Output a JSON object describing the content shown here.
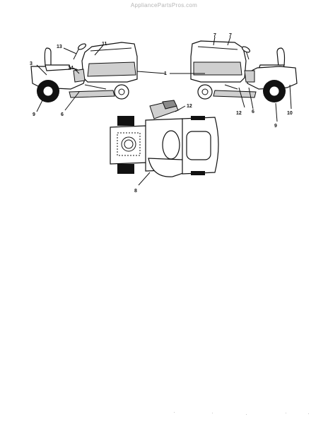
{
  "watermark": "AppliancePartsPros.com",
  "callouts": {
    "c1": "1",
    "c3": "3",
    "c6a": "6",
    "c6b": "6",
    "c8": "8",
    "c9a": "9",
    "c9b": "9",
    "c10": "10",
    "c11": "11",
    "c12a": "12",
    "c12b": "12",
    "c13": "13",
    "c14": "14",
    "c7a": "7",
    "c7b": "7"
  }
}
